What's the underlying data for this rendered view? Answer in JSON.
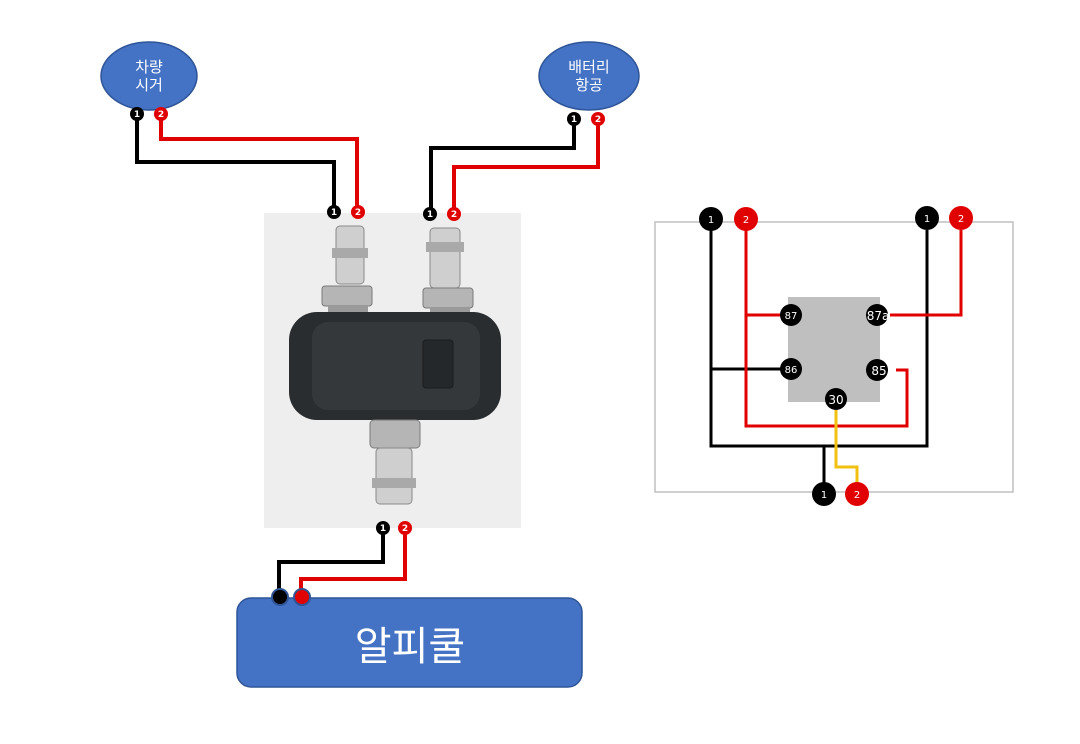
{
  "nodes": {
    "vehicle_cigar": {
      "line1": "차량",
      "line2": "시거"
    },
    "battery_port": {
      "line1": "배터리",
      "line2": "항공"
    },
    "alpicool": {
      "label": "알피쿨"
    }
  },
  "pins": {
    "black": "1",
    "red": "2"
  },
  "relay": {
    "pin_87": "87",
    "pin_87a": "87a",
    "pin_86": "86",
    "pin_85": "85",
    "pin_30": "30"
  },
  "colors": {
    "node_blue": "#4472C4",
    "node_stroke": "#2F5597",
    "wire_black": "#000000",
    "wire_red": "#E10000",
    "wire_yellow": "#F2C010",
    "relay_body": "#BFBFBF",
    "frame": "#BFBFBF",
    "photo_bg": "#EEEEEE",
    "adapter_body": "#2A2D2F",
    "connector_metal": "#C8C8C8"
  }
}
